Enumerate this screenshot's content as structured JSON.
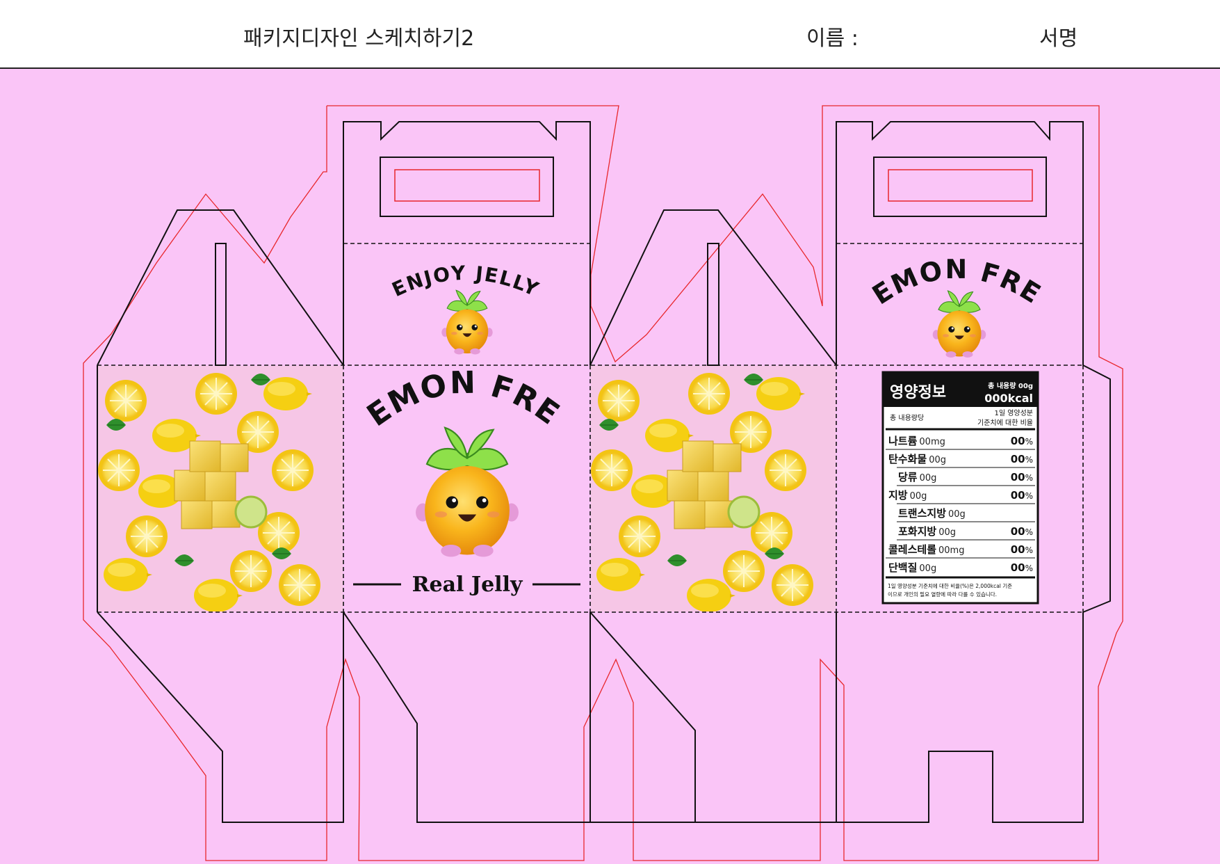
{
  "header": {
    "title": "패키지디자인 스케치하기2",
    "name_label": "이름 :",
    "signature_label": "서명"
  },
  "front_panel": {
    "top_arc_text": "ENJOY JELLY",
    "brand_arc_text": "LEMON FREE",
    "tagline": "Real Jelly"
  },
  "back_panel": {
    "brand_arc_text": "LEMON FREE"
  },
  "nutrition": {
    "title": "영양정보",
    "total_amount": "총 내용량 00g",
    "kcal": "000kcal",
    "col_left": "총 내용량당",
    "col_right_1": "1일 영양성분",
    "col_right_2": "기준치에 대한 비율",
    "rows": [
      {
        "name": "나트륨",
        "amount": "00mg",
        "pct": "00",
        "unit": "%",
        "indent": 0
      },
      {
        "name": "탄수화물",
        "amount": "00g",
        "pct": "00",
        "unit": "%",
        "indent": 0
      },
      {
        "name": "당류",
        "amount": "00g",
        "pct": "00",
        "unit": "%",
        "indent": 1
      },
      {
        "name": "지방",
        "amount": "00g",
        "pct": "00",
        "unit": "%",
        "indent": 0
      },
      {
        "name": "트랜스지방",
        "amount": "00g",
        "pct": "",
        "unit": "",
        "indent": 1
      },
      {
        "name": "포화지방",
        "amount": "00g",
        "pct": "00",
        "unit": "%",
        "indent": 1
      },
      {
        "name": "콜레스테롤",
        "amount": "00mg",
        "pct": "00",
        "unit": "%",
        "indent": 0
      },
      {
        "name": "단백질",
        "amount": "00g",
        "pct": "00",
        "unit": "%",
        "indent": 0
      }
    ],
    "footnote_1": "1일 영양성분 기준치에 대한 비율(%)은 2,000kcal 기준",
    "footnote_2": "이므로 개인의 필요 열량에 따라 다를 수 있습니다."
  },
  "colors": {
    "board": "#fac5f7",
    "cut_line": "#e8272c",
    "fold_line": "#000000",
    "nutrition_bg": "#111111",
    "lemon": "#f6d221",
    "leaf": "#8ee04a"
  },
  "icons": [
    "lemon-mascot-icon",
    "lemon-slice-icon",
    "lemon-icon",
    "leaf-icon",
    "jelly-cube-icon"
  ]
}
